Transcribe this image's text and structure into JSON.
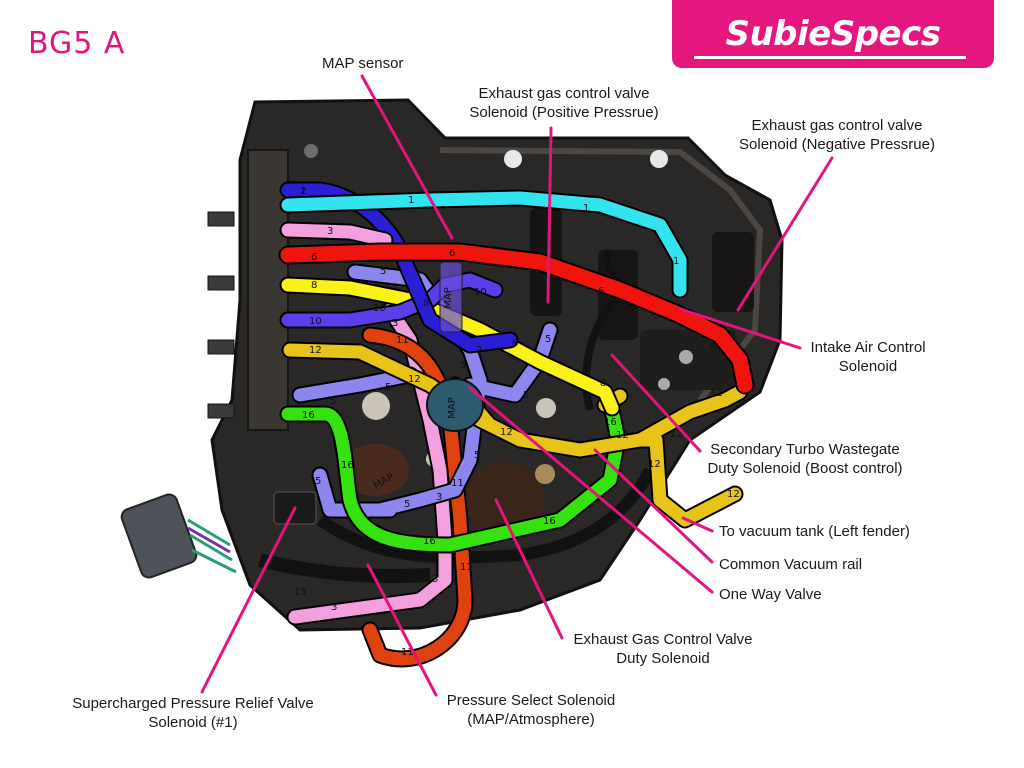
{
  "model": "BG5 A",
  "brand": "SubieSpecs",
  "labels": {
    "map_sensor": "MAP sensor",
    "egcv_positive_1": "Exhaust gas control valve",
    "egcv_positive_2": "Solenoid (Positive Pressrue)",
    "egcv_negative_1": "Exhaust gas control valve",
    "egcv_negative_2": "Solenoid (Negative Pressrue)",
    "intake_air_1": "Intake Air Control",
    "intake_air_2": "Solenoid",
    "wastegate_1": "Secondary Turbo Wastegate",
    "wastegate_2": "Duty Solenoid (Boost control)",
    "vacuum_tank": "To vacuum tank (Left fender)",
    "vacuum_rail": "Common Vacuum rail",
    "one_way_valve": "One Way Valve",
    "egcv_duty_1": "Exhaust Gas Control Valve",
    "egcv_duty_2": "Duty Solenoid",
    "relief_1": "Supercharged Pressure Relief Valve",
    "relief_2": "Solenoid (#1)",
    "pressure_select_1": "Pressure Select Solenoid",
    "pressure_select_2": "(MAP/Atmosphere)"
  },
  "tube_numbers": [
    "1",
    "2",
    "3",
    "5",
    "6",
    "8",
    "10",
    "11",
    "12",
    "15",
    "16"
  ],
  "body_text": {
    "map_a": "MAP",
    "map_b": "MAP",
    "map_c": "MAP"
  },
  "colors": {
    "accent": "#e3157d",
    "tube_1": "#33e3f0",
    "tube_2": "#2b1fd6",
    "tube_3": "#f4a0e0",
    "tube_5": "#8c86ee",
    "tube_6": "#f0140e",
    "tube_8": "#fbf21a",
    "tube_10": "#5a3ee8",
    "tube_11": "#e0420f",
    "tube_12": "#e8c41a",
    "tube_16": "#35e20f"
  }
}
